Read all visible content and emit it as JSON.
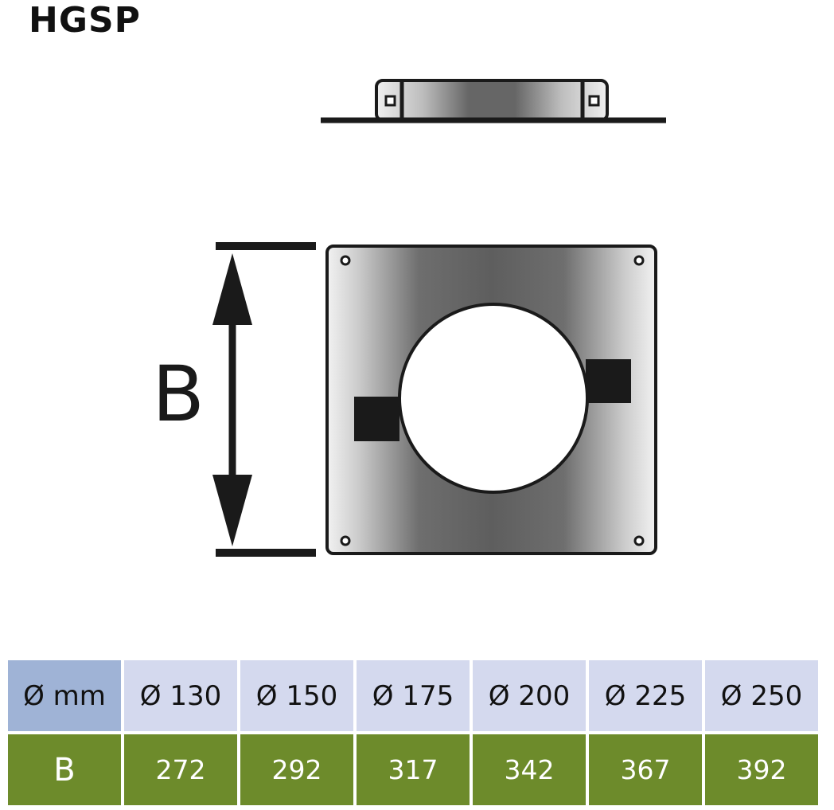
{
  "title": "HGSP",
  "dimension_label": "B",
  "colors": {
    "header_first": "#9fb3d6",
    "header_cells": "#d4d9ee",
    "row_cells": "#6d8b2b",
    "row_text": "#ffffff",
    "header_text": "#111111",
    "outline": "#1a1a1a"
  },
  "table": {
    "header": [
      "Ø mm",
      "Ø 130",
      "Ø 150",
      "Ø 175",
      "Ø 200",
      "Ø 225",
      "Ø 250"
    ],
    "row": [
      "B",
      "272",
      "292",
      "317",
      "342",
      "367",
      "392"
    ]
  }
}
